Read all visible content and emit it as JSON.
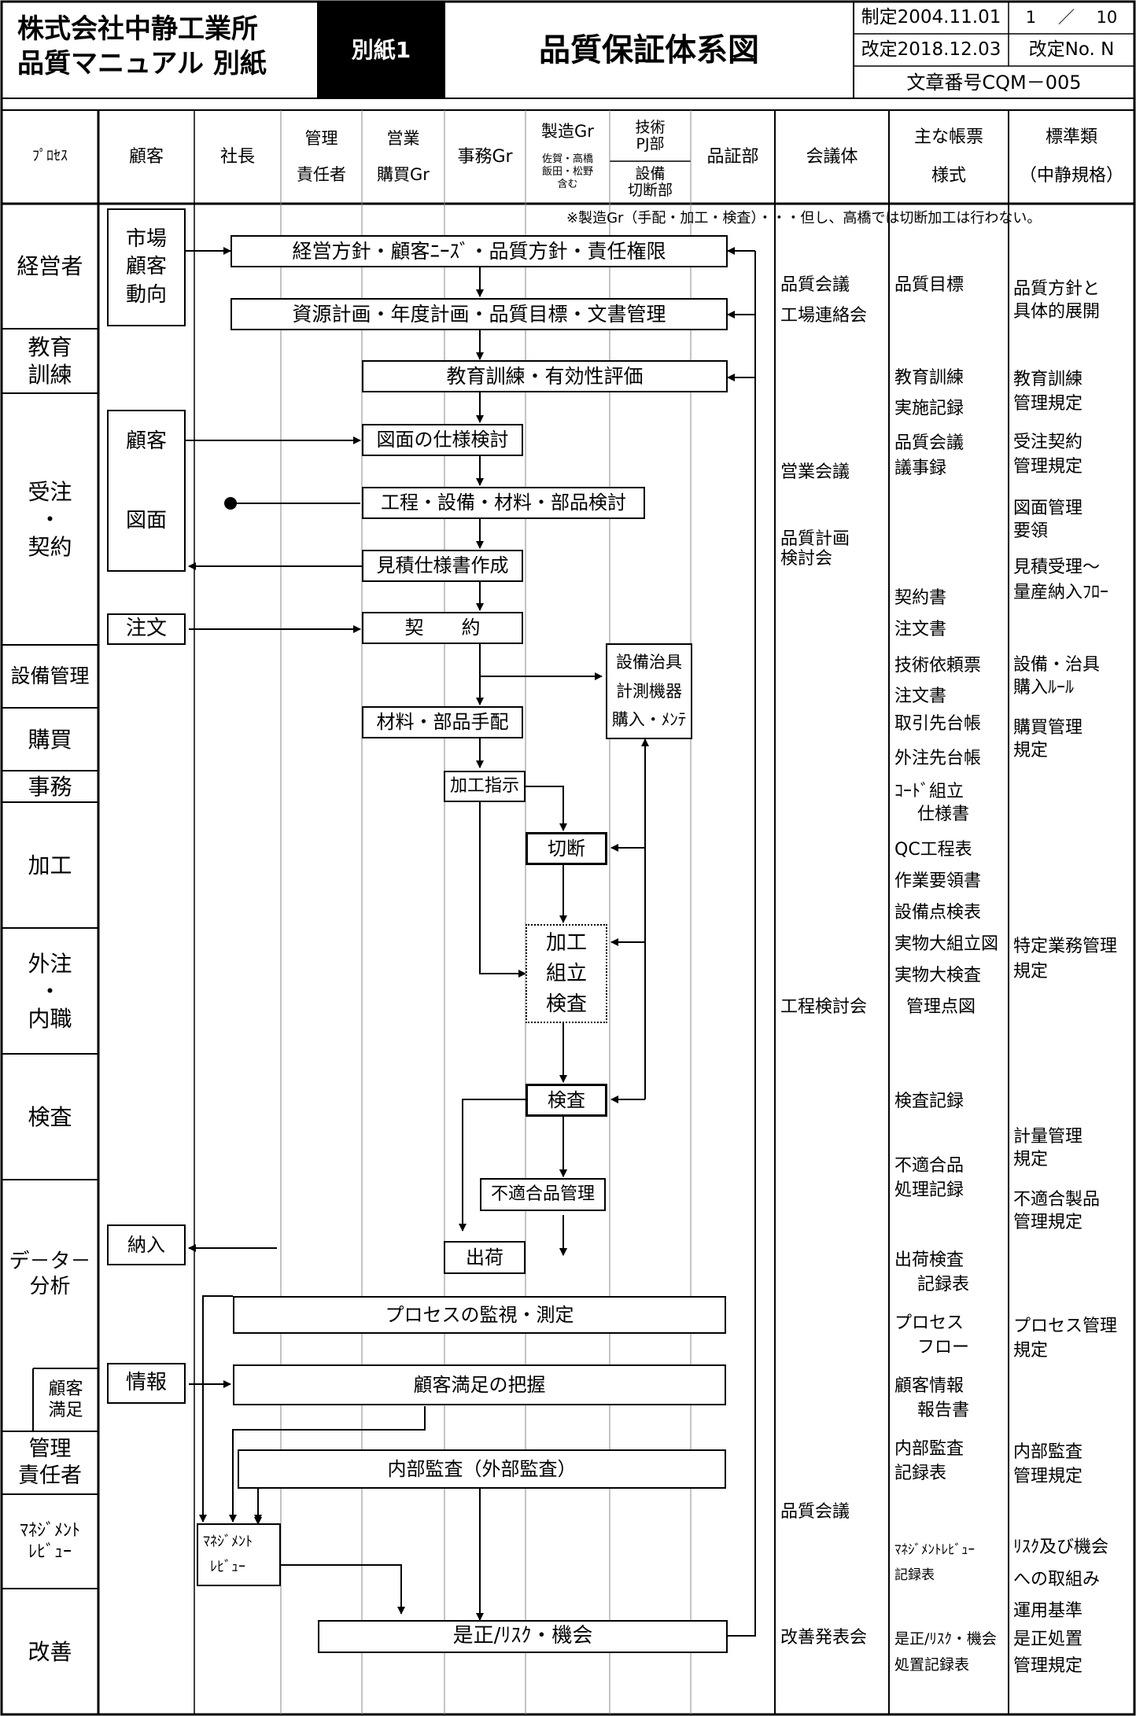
{
  "header": {
    "company": "株式会社中静工業所",
    "manual": "品質マニュアル 別紙",
    "appendix": "別紙1",
    "title": "品質保証体系図",
    "established": "制定2004.11.01",
    "page": "1　 ／ 　10",
    "revised": "改定2018.12.03",
    "revision_no": "改定No. N",
    "doc_no": "文章番号CQM－005"
  },
  "columns": {
    "process": "ﾌﾟﾛｾｽ",
    "customer": "顧客",
    "president": "社長",
    "manager": "管理\n\n責任者",
    "sales": "営業\n\n購買Gr",
    "office": "事務Gr",
    "manufacturing_title": "製造Gr",
    "manufacturing_sub": "佐賀・高橋\n飯田・松野\n含む",
    "tech": "技術\nPJ部",
    "equip_cut": "設備\n切断部",
    "qa": "品証部",
    "meeting": "会議体",
    "forms": "主な帳票\n\n様式",
    "standards": "標準類\n\n（中静規格）"
  },
  "note": "※製造Gr（手配・加工・検査）・・・但し、高橋では切断加工は行わない。",
  "process_rows": {
    "management": "経営者",
    "education": "教育\n訓練",
    "order": "受注\n・\n契約",
    "equipment": "設備管理",
    "purchasing": "購買",
    "office": "事務",
    "processing": "加工",
    "outsourcing": "外注\n・\n内職",
    "inspection": "検査",
    "data": "デ－タ－\n分析",
    "satisfaction": "顧客\n満足",
    "responsible": "管理\n責任者",
    "review": "ﾏﾈｼﾞﾒﾝﾄ\nﾚﾋﾞｭｰ",
    "improvement": "改善"
  },
  "customer_boxes": {
    "market": "市場\n顧客\n動向",
    "customer": "顧客",
    "drawing": "図面",
    "order": "注文",
    "delivery": "納入",
    "info": "情報"
  },
  "flow": {
    "policy": "経営方針・顧客ﾆｰｽﾞ・品質方針・責任権限",
    "resource": "資源計画・年度計画・品質目標・文書管理",
    "training": "教育訓練・有効性評価",
    "spec_review": "図面の仕様検討",
    "process_review": "工程・設備・材料・部品検討",
    "estimate": "見積仕様書作成",
    "contract": "契　　約",
    "equipment": "設備治具\n計測機器\n購入・ﾒﾝﾃ",
    "materials": "材料・部品手配",
    "work_order": "加工指示",
    "cutting": "切断",
    "assembly": "加工\n組立\n検査",
    "inspection": "検査",
    "nonconforming": "不適合品管理",
    "shipping": "出荷",
    "monitoring": "プロセスの監視・測定",
    "satisfaction": "顧客満足の把握",
    "audit": "内部監査（外部監査）",
    "review": "ﾏﾈｼﾞﾒﾝﾄ\nﾚﾋﾞｭｰ",
    "corrective": "是正/ﾘｽｸ・機会"
  },
  "meetings": {
    "quality": "品質会議",
    "factory": "工場連絡会",
    "sales": "営業会議",
    "plan": "品質計画\n 検討会",
    "process": "工程検討会",
    "quality2": "品質会議",
    "improvement": "改善発表会"
  },
  "forms": {
    "objectives": "品質目標",
    "training": "教育訓練\n実施記録",
    "minutes": "品質会議\n 議事録",
    "contract": "契約書",
    "order": "注文書",
    "tech_request": "技術依頼票",
    "order2": "注文書",
    "supplier": "取引先台帳",
    "outsource": "外注先台帳",
    "cord": "ｺｰﾄﾞ組立\n　 仕様書",
    "qc": "QC工程表",
    "work": "作業要領書",
    "equip_check": "設備点検表",
    "real_assembly": "実物大組立図",
    "real_inspection": "実物大検査",
    "control_point": "管理点図",
    "insp_record": "検査記録",
    "nc_record": "不適合品\n 処理記録",
    "ship_record": "出荷検査\n 　 記録表",
    "process_flow": "プロセス\n 　 フロー",
    "cust_info": "顧客情報\n 　 報告書",
    "audit_record": "内部監査\n 記録表",
    "mr_record": "ﾏﾈｼﾞﾒﾝﾄﾚﾋﾞｭｰ\n 記録表",
    "corrective_record": "是正/ﾘｽｸ・機会\n処置記録表"
  },
  "standards": {
    "policy": "品質方針と\n 具体的展開",
    "training": "教育訓練\n 管理規定",
    "order": "受注契約\n 管理規定",
    "drawing": "図面管理\n 要領",
    "estimate": "見積受理～\n 量産納入ﾌﾛｰ",
    "equipment": "設備・治具\n 購入ﾙｰﾙ",
    "purchasing": "購買管理\n 規定",
    "special": "特定業務管理\n 規定",
    "measure": "計量管理\n 規定",
    "nonconforming": "不適合製品\n 管理規定",
    "process": "プロセス管理\n 規定",
    "audit": "内部監査\n 管理規定",
    "risk": "ﾘｽｸ及び機会\n への取組み\n 運用基準",
    "corrective": "是正処置\n 管理規定"
  }
}
